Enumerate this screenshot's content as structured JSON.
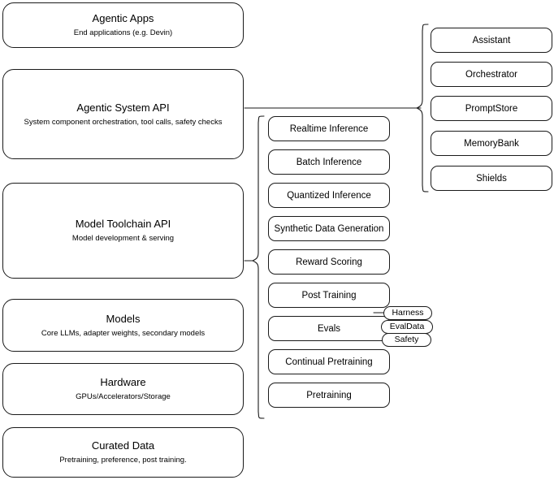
{
  "diagram": {
    "title": "AI stack layered architecture diagram",
    "background_color": "#ffffff",
    "stroke_color": "#1a1a1a"
  },
  "stack_layers": [
    {
      "name": "agentic-apps",
      "title": "Agentic Apps",
      "subtitle": "End applications (e.g. Devin)"
    },
    {
      "name": "agentic-system-api",
      "title": "Agentic System API",
      "subtitle": "System component orchestration, tool calls, safety checks"
    },
    {
      "name": "model-toolchain-api",
      "title": "Model Toolchain API",
      "subtitle": "Model development & serving"
    },
    {
      "name": "models",
      "title": "Models",
      "subtitle": "Core LLMs, adapter weights, secondary models"
    },
    {
      "name": "hardware",
      "title": "Hardware",
      "subtitle": "GPUs/Accelerators/Storage"
    },
    {
      "name": "curated-data",
      "title": "Curated Data",
      "subtitle": "Pretraining, preference, post training."
    }
  ],
  "toolchain_components": [
    {
      "name": "realtime-inference",
      "title": "Realtime Inference"
    },
    {
      "name": "batch-inference",
      "title": "Batch Inference"
    },
    {
      "name": "quantized-inference",
      "title": "Quantized Inference"
    },
    {
      "name": "synthetic-data-generation",
      "title": "Synthetic Data Generation"
    },
    {
      "name": "reward-scoring",
      "title": "Reward Scoring"
    },
    {
      "name": "post-training",
      "title": "Post Training"
    },
    {
      "name": "evals",
      "title": "Evals"
    },
    {
      "name": "continual-pretraining",
      "title": "Continual Pretraining"
    },
    {
      "name": "pretraining",
      "title": "Pretraining"
    }
  ],
  "agentic_components": [
    {
      "name": "assistant",
      "title": "Assistant"
    },
    {
      "name": "orchestrator",
      "title": "Orchestrator"
    },
    {
      "name": "promptstore",
      "title": "PromptStore"
    },
    {
      "name": "memorybank",
      "title": "MemoryBank"
    },
    {
      "name": "shields",
      "title": "Shields"
    }
  ],
  "evals_subcomponents": [
    {
      "name": "harness",
      "title": "Harness"
    },
    {
      "name": "evaldata",
      "title": "EvalData"
    },
    {
      "name": "safety",
      "title": "Safety"
    }
  ]
}
